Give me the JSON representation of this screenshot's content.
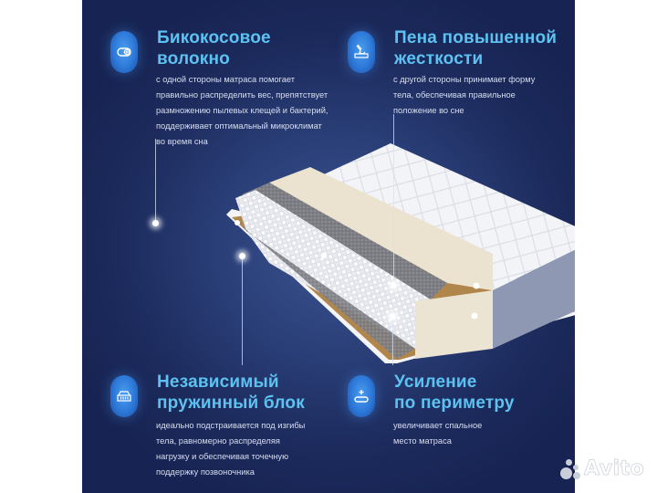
{
  "features": [
    {
      "id": "bicoconut",
      "icon": "coconut-fiber-roll-icon",
      "title_lines": [
        "Бикокосовое",
        "волокно"
      ],
      "description_lines": [
        "с одной стороны матраса помогает",
        "правильно распределить вес, препятствует",
        "размножению пылевых клещей и бактерий,",
        "поддерживает оптимальный микроклимат",
        "во время сна"
      ]
    },
    {
      "id": "firm-foam",
      "icon": "hand-pressing-foam-icon",
      "title_lines": [
        "Пена повышенной",
        "жесткости"
      ],
      "description_lines": [
        "с другой стороны принимает форму",
        "тела, обеспечивая правильное",
        "положение во сне"
      ]
    },
    {
      "id": "spring-block",
      "icon": "spring-block-icon",
      "title_lines": [
        "Независимый",
        "пружинный блок"
      ],
      "description_lines": [
        "идеально подстраивается под изгибы",
        "тела, равномерно распределяя",
        "нагрузку и обеспечивая точечную",
        "поддержку позвоночника"
      ]
    },
    {
      "id": "perimeter",
      "icon": "plus-frame-icon",
      "title_lines": [
        "Усиление",
        "по периметру"
      ],
      "description_lines": [
        "увеличивает спальное",
        "место матраса"
      ]
    }
  ],
  "colors": {
    "panel_bg": "#1c2a5c",
    "title": "#5cc2f2",
    "description": "#d8def0",
    "icon_pill": "#2d78d8"
  },
  "watermark": {
    "text": "Avito"
  }
}
